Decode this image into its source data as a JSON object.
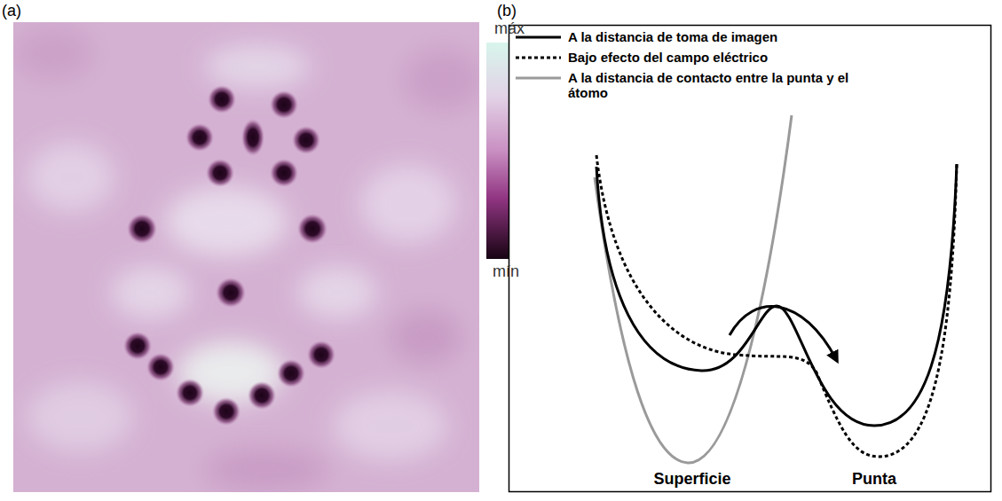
{
  "diagram": {
    "labels": [
      "(a)",
      "(b)",
      "máx",
      "mín",
      "Superficie",
      "Punta"
    ],
    "legend": [
      {
        "text": "A la distancia de toma de imagen"
      },
      {
        "text": "Bajo efecto del campo eléctrico"
      },
      {
        "text": "A la distancia de contacto entre la punta y el átomo"
      }
    ]
  }
}
